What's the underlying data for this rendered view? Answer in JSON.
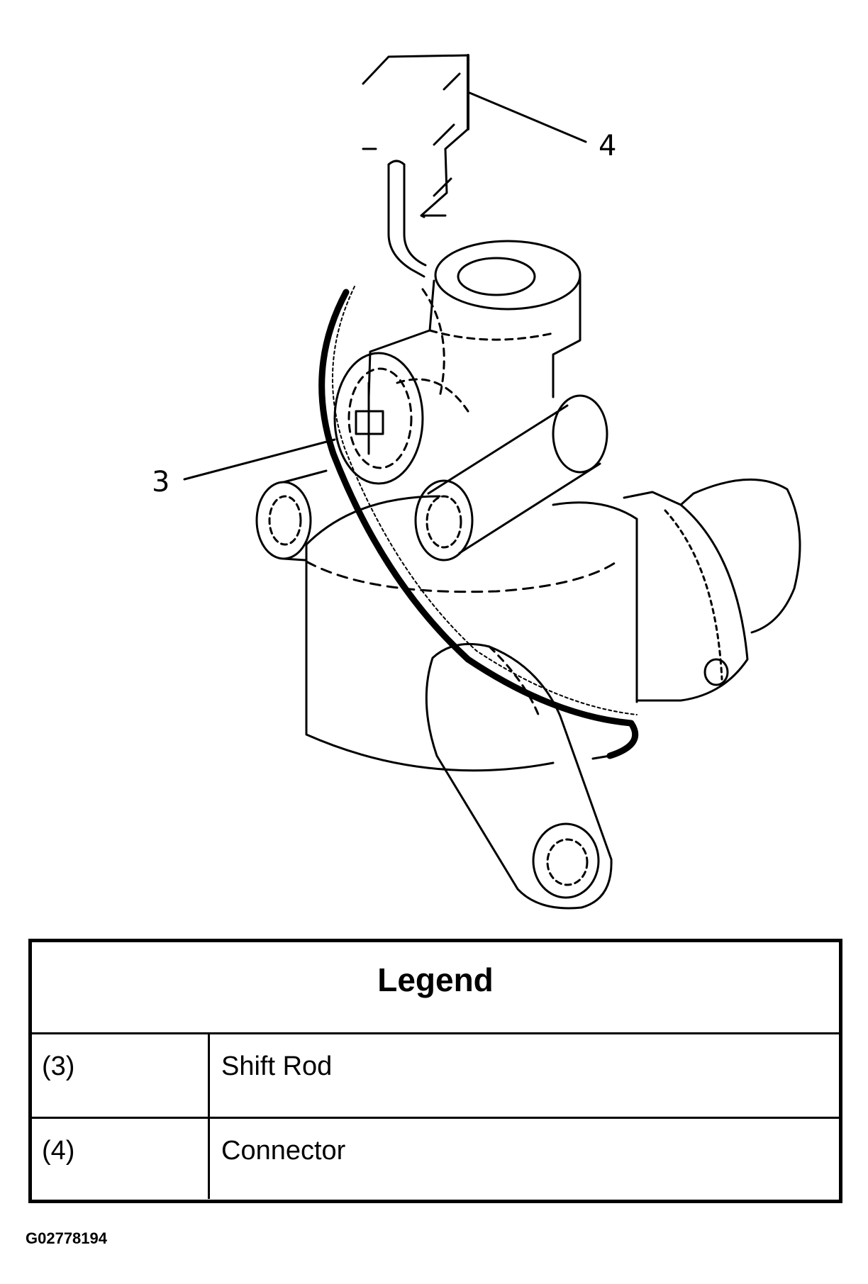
{
  "callouts": {
    "connector_number": "4",
    "shift_rod_number": "3"
  },
  "legend": {
    "title": "Legend",
    "rows": [
      {
        "key": "(3)",
        "label": "Shift Rod"
      },
      {
        "key": "(4)",
        "label": "Connector"
      }
    ]
  },
  "figure_id": "G02778194"
}
